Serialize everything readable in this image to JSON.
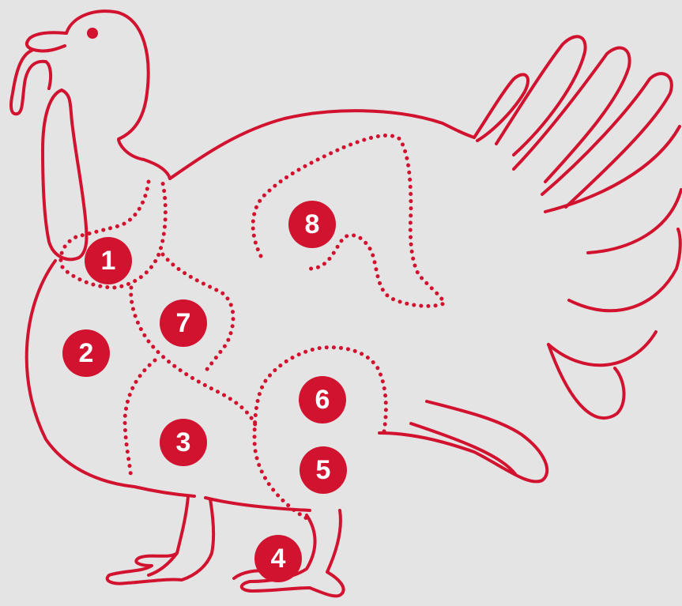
{
  "colors": {
    "background": "#e4e4e4",
    "accent": "#d2132f",
    "badge_text": "#ffffff"
  },
  "cuts": [
    {
      "id": "1",
      "label": "1"
    },
    {
      "id": "2",
      "label": "2"
    },
    {
      "id": "3",
      "label": "3"
    },
    {
      "id": "4",
      "label": "4"
    },
    {
      "id": "5",
      "label": "5"
    },
    {
      "id": "6",
      "label": "6"
    },
    {
      "id": "7",
      "label": "7"
    },
    {
      "id": "8",
      "label": "8"
    }
  ]
}
